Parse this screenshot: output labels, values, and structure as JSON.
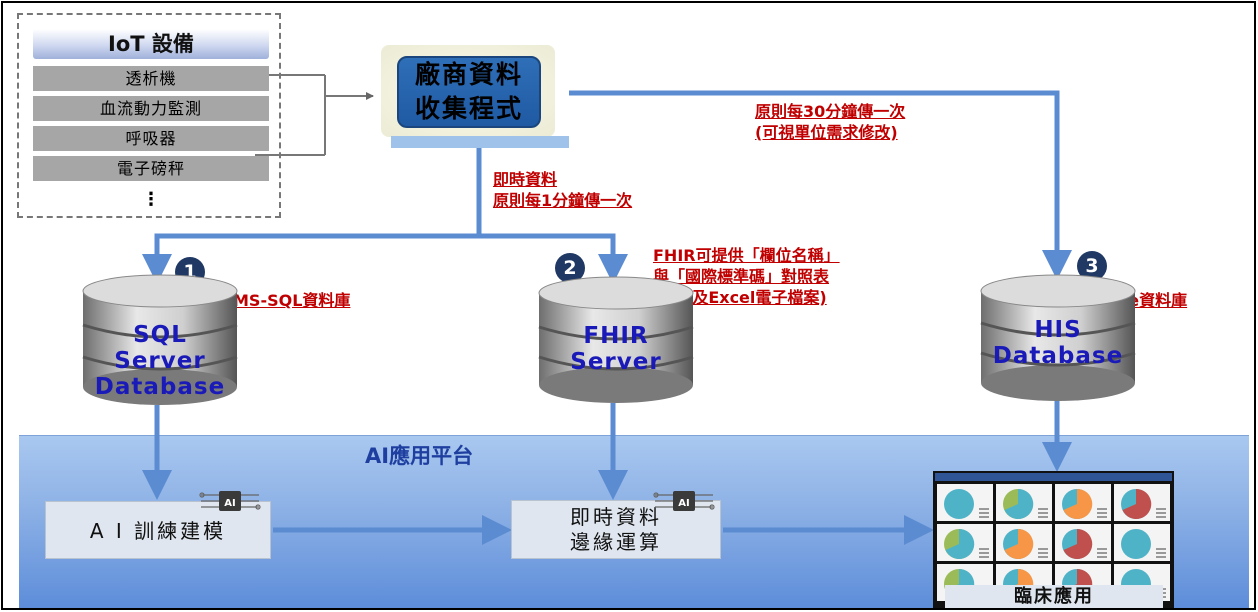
{
  "iot": {
    "title": "IoT 設備",
    "items": [
      "透析機",
      "血流動力監測",
      "呼吸器",
      "電子磅秤"
    ],
    "more": "⋮"
  },
  "vendor": {
    "line1": "廠商資料",
    "line2": "收集程式"
  },
  "notes": {
    "every30_line1": "原則每30分鐘傳一次",
    "every30_line2": "(可視單位需求修改)",
    "realtime_line1": "即時資料",
    "realtime_line2": "原則每1分鐘傳一次",
    "fhir_line1": "FHIR可提供「欄位名稱」",
    "fhir_line2": "與「國際標準碼」對照表",
    "fhir_line3": "(書面及Excel電子檔案)",
    "mssql": "使用MS-SQL資料庫",
    "oracle": "使用Oracle資料庫"
  },
  "databases": {
    "sql": {
      "number": "1",
      "line1": "SQL",
      "line2": "Server",
      "line3": "Database"
    },
    "fhir": {
      "number": "2",
      "line1": "FHIR",
      "line2": "Server"
    },
    "his": {
      "number": "3",
      "line1": "HIS",
      "line2": "Database"
    }
  },
  "platform": {
    "title": "AI應用平台",
    "train": "A I 訓練建模",
    "edge_line1": "即時資料",
    "edge_line2": "邊緣運算",
    "ai_chip": "AI",
    "clinical": "臨床應用"
  },
  "colors": {
    "arrow": "#5b8bd0",
    "red_note": "#c00000",
    "db_label": "#1a1ab8",
    "vendor_box": "#2a66b0",
    "platform_top": "#a9c8f0",
    "platform_bottom": "#5c8cd9",
    "pie_teal": "#4fb3c8",
    "pie_green": "#9bbb59",
    "pie_orange": "#f79646",
    "pie_red": "#c0504d"
  }
}
